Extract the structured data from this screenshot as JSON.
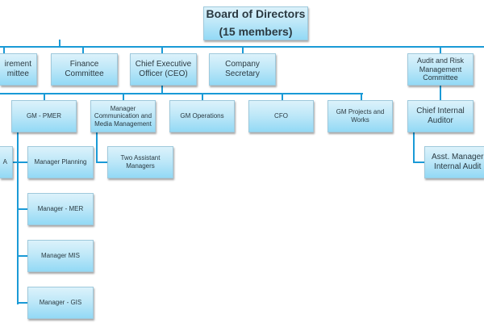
{
  "chart": {
    "root": {
      "line1": "Board of Directors",
      "line2": "(15 members)"
    },
    "committees": [
      {
        "line1": "irement",
        "line2": "mittee"
      },
      {
        "line1": "Finance",
        "line2": "Committee"
      },
      {
        "line1": "Chief Executive",
        "line2": "Officer (CEO)"
      },
      {
        "line1": "Company",
        "line2": "Secretary"
      },
      {
        "line1": "Audit and Risk",
        "line2": "Management",
        "line3": "Committee"
      }
    ],
    "ceo_reports": [
      {
        "label": "GM - PMER"
      },
      {
        "line1": "Manager",
        "line2": "Communication and",
        "line3": "Media Management"
      },
      {
        "label": "GM Operations"
      },
      {
        "label": "CFO"
      },
      {
        "line1": "GM Projects and",
        "line2": "Works"
      }
    ],
    "pmer_reports": [
      {
        "label": "A"
      },
      {
        "label": "Manager Planning"
      },
      {
        "label": "Manager - MER"
      },
      {
        "label": "Manager MIS"
      },
      {
        "label": "Manager - GIS"
      }
    ],
    "comm_reports": [
      {
        "line1": "Two Assistant",
        "line2": "Managers"
      }
    ],
    "audit_chain": [
      {
        "line1": "Chief Internal",
        "line2": "Auditor"
      },
      {
        "line1": "Asst. Manager",
        "line2": "Internal Audit"
      }
    ]
  },
  "colors": {
    "connector": "#1a9ad6",
    "box_top": "#dcf2fb",
    "box_bottom": "#93d9f5"
  }
}
